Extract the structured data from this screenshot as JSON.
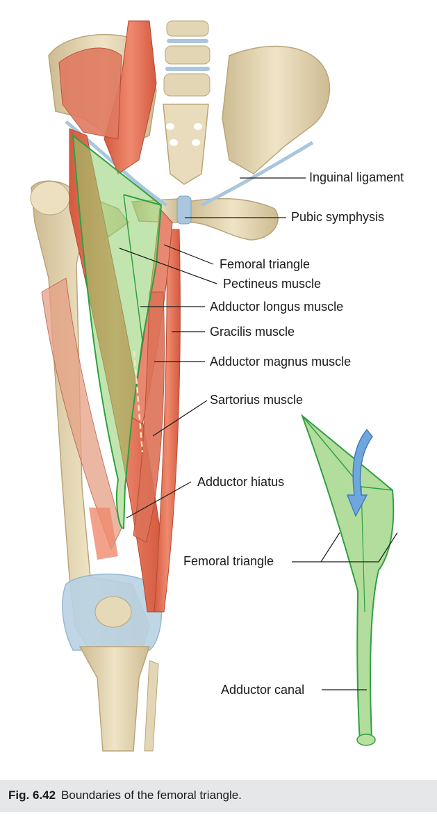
{
  "figure": {
    "labels": {
      "inguinal_ligament": "Inguinal ligament",
      "pubic_symphysis": "Pubic symphysis",
      "femoral_triangle": "Femoral triangle",
      "pectineus_muscle": "Pectineus muscle",
      "adductor_longus_muscle": "Adductor longus muscle",
      "gracilis_muscle": "Gracilis muscle",
      "adductor_magnus_muscle": "Adductor magnus muscle",
      "sartorius_muscle": "Sartorius muscle",
      "adductor_hiatus": "Adductor hiatus",
      "femoral_triangle_inset": "Femoral triangle",
      "adductor_canal": "Adductor canal"
    },
    "colors": {
      "bone": "#e6d9b8",
      "bone_shade": "#cbb98f",
      "muscle": "#e8735a",
      "muscle_dark": "#c9553e",
      "ligament": "#a9c6dc",
      "triangle_fill": "#8fcf6e",
      "triangle_stroke": "#3aa64a",
      "arrow": "#6fa6dd"
    }
  },
  "caption": {
    "number": "Fig. 6.42",
    "text": "Boundaries of the femoral triangle."
  }
}
